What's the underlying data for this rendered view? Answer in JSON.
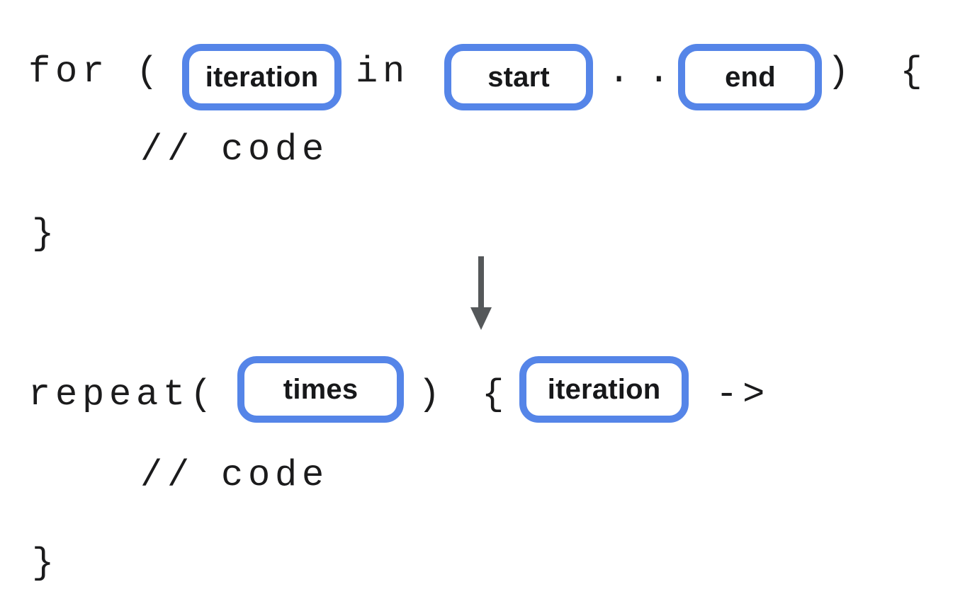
{
  "colors": {
    "background": "#ffffff",
    "chip_border_blue": "#5585e8",
    "code_text": "#1b1b1c",
    "chip_label_text": "#17181a",
    "arrow_gray": "#55585a"
  },
  "for_block": {
    "tokens": {
      "for_open": "for (",
      "in_kw": "in",
      "range_op": "..",
      "close_paren": ")",
      "open_brace": "{"
    },
    "chips": {
      "iteration": "iteration",
      "start": "start",
      "end": "end"
    },
    "comment": "// code",
    "closing_brace": "}"
  },
  "transform_arrow": {
    "icon": "down-arrow"
  },
  "repeat_block": {
    "tokens": {
      "repeat_open": "repeat(",
      "close_paren": ")",
      "open_brace": "{",
      "lambda_arrow": "->"
    },
    "chips": {
      "times": "times",
      "iteration": "iteration"
    },
    "comment": "// code",
    "closing_brace": "}"
  }
}
